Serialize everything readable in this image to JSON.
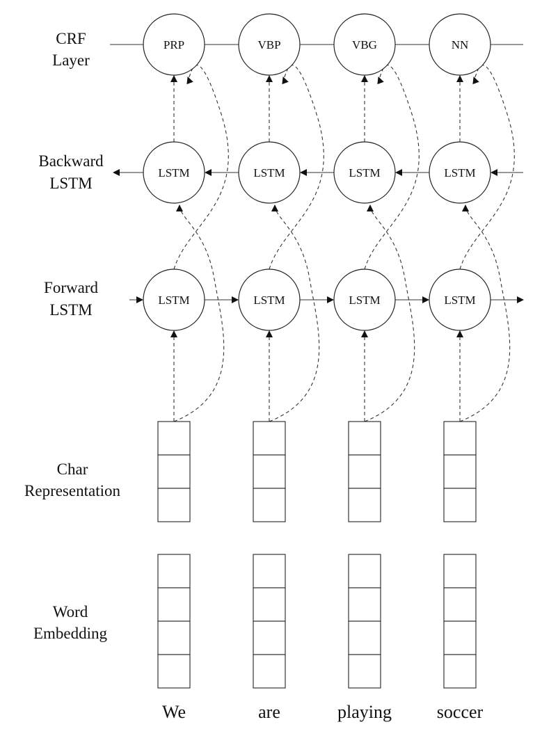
{
  "layers": {
    "crf": [
      "CRF",
      "Layer"
    ],
    "backward": [
      "Backward",
      "LSTM"
    ],
    "forward": [
      "Forward",
      "LSTM"
    ],
    "char": [
      "Char",
      "Representation"
    ],
    "word": [
      "Word",
      "Embedding"
    ]
  },
  "crf_tags": [
    "PRP",
    "VBP",
    "VBG",
    "NN"
  ],
  "lstm_label": "LSTM",
  "words": [
    "We",
    "are",
    "playing",
    "soccer"
  ],
  "char_cells": 3,
  "word_cells": 4
}
